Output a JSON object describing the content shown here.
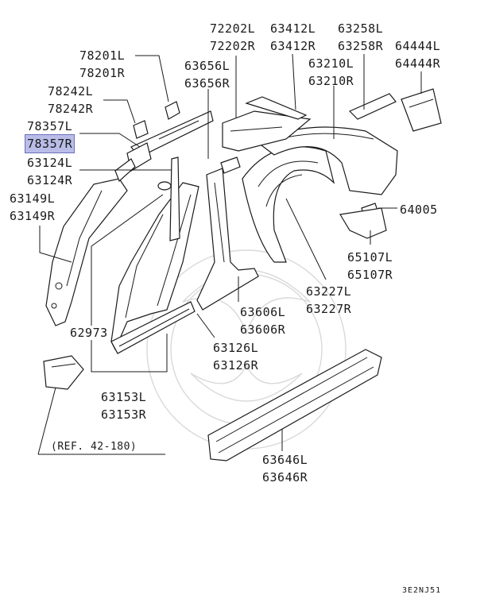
{
  "labels": {
    "p78201": [
      "78201L",
      "78201R"
    ],
    "p78242": [
      "78242L",
      "78242R"
    ],
    "p78357": [
      "78357L",
      "78357R"
    ],
    "p63124": [
      "63124L",
      "63124R"
    ],
    "p63149": [
      "63149L",
      "63149R"
    ],
    "p72202": [
      "72202L",
      "72202R"
    ],
    "p63412": [
      "63412L",
      "63412R"
    ],
    "p63258": [
      "63258L",
      "63258R"
    ],
    "p64444": [
      "64444L",
      "64444R"
    ],
    "p63656": [
      "63656L",
      "63656R"
    ],
    "p63210": [
      "63210L",
      "63210R"
    ],
    "p64005": "64005",
    "p65107": [
      "65107L",
      "65107R"
    ],
    "p63227": [
      "63227L",
      "63227R"
    ],
    "p63606": [
      "63606L",
      "63606R"
    ],
    "p63126": [
      "63126L",
      "63126R"
    ],
    "p62973": "62973",
    "p63153": [
      "63153L",
      "63153R"
    ],
    "p63646": [
      "63646L",
      "63646R"
    ]
  },
  "reference_note": "(REF. 42-180)",
  "diagram_code": "3E2NJ51",
  "highlighted_part": "78357R",
  "colors": {
    "highlight": "#b9bde8",
    "line": "#1a1a1a",
    "watermark": "#d9d9d9"
  }
}
